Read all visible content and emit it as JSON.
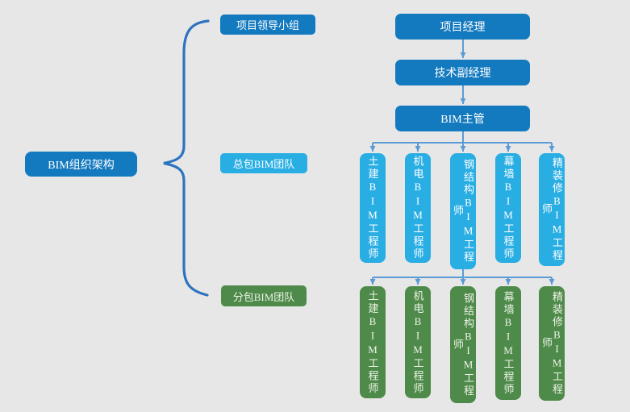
{
  "colors": {
    "background": "#e7e7e7",
    "dark_blue": "#147abf",
    "light_blue": "#29aee4",
    "green": "#4e8a49",
    "connector": "#5b9bd5",
    "brace": "#2d74c0",
    "text": "#ffffff"
  },
  "diagram": {
    "root": {
      "label": "BIM组织架构"
    },
    "groups": [
      {
        "label": "项目领导小组"
      },
      {
        "label": "总包BIM团队"
      },
      {
        "label": "分包BIM团队"
      }
    ],
    "leadership": [
      {
        "label": "项目经理"
      },
      {
        "label": "技术副经理"
      },
      {
        "label": "BIM主管"
      }
    ],
    "gc_members": [
      {
        "label": "土建BIM工程师"
      },
      {
        "label": "机电BIM工程师"
      },
      {
        "label": "钢结构BIM工程师"
      },
      {
        "label": "幕墙BIM工程师"
      },
      {
        "label": "精装修BIM工程师"
      }
    ],
    "sub_members": [
      {
        "label": "土建BIM工程师"
      },
      {
        "label": "机电BIM工程师"
      },
      {
        "label": "钢结构BIM工程师"
      },
      {
        "label": "幕墙BIM工程师"
      },
      {
        "label": "精装修BIM工程师"
      }
    ]
  }
}
